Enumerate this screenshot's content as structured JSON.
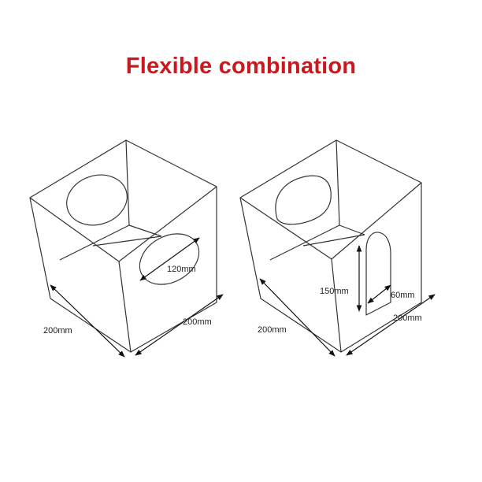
{
  "title": "Flexible combination",
  "colors": {
    "title": "#c8191e",
    "line": "#333333",
    "arrow": "#111111",
    "background": "#ffffff"
  },
  "box_round_holes": {
    "label_width_left": "200mm",
    "label_width_right": "200mm",
    "label_hole_diameter": "120mm"
  },
  "box_door": {
    "label_width_left": "200mm",
    "label_width_right": "200mm",
    "label_door_height": "150mm",
    "label_door_width": "60mm"
  }
}
